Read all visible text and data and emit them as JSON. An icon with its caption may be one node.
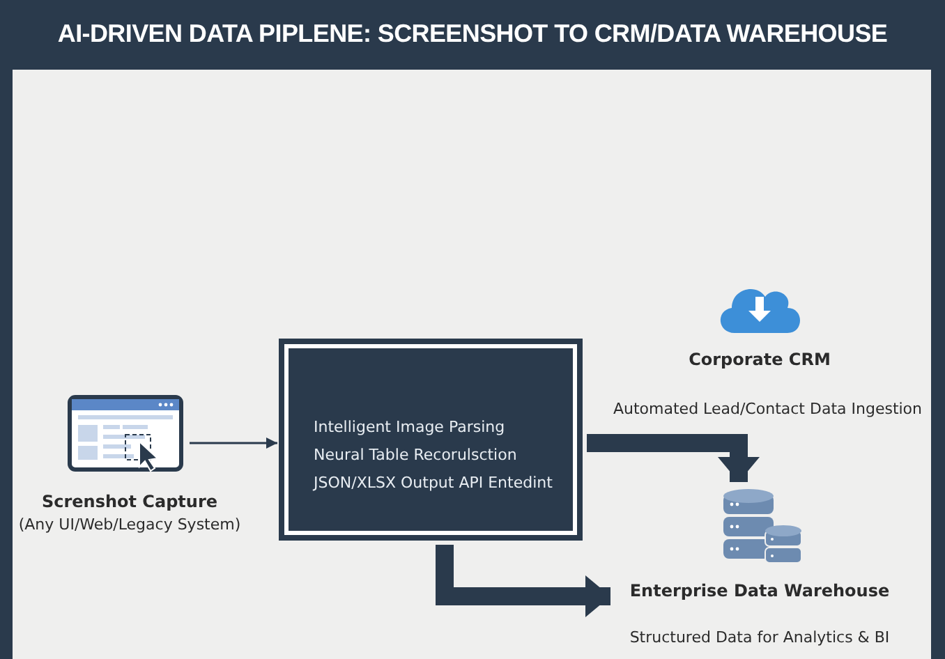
{
  "diagram": {
    "title": "AI-DRIVEN DATA PIPLENE: SCREENSHOT TO CRM/DATA WAREHOUSE",
    "nodes": [
      {
        "text": [
          "Screnshot Capture",
          "(Any UI/Web/Legacy System)"
        ]
      },
      {
        "text": [
          "Intelligent Image Parsing",
          "Neural Table Recorulsction",
          "JSON/XLSX Output API Entedint"
        ]
      },
      {
        "text": [
          "Corporate CRM",
          "Automated Lead/Contact Data Ingestion"
        ]
      },
      {
        "text": [
          "Enterprise Data Warehouse",
          "Structured Data for Analytics & BI"
        ]
      }
    ],
    "edges": [
      {
        "from": 0,
        "to": 1,
        "arrow": "to"
      },
      {
        "from": 1,
        "to": 3,
        "arrow": "to"
      },
      {
        "from": 1,
        "to": 3,
        "arrow": "to"
      }
    ]
  }
}
